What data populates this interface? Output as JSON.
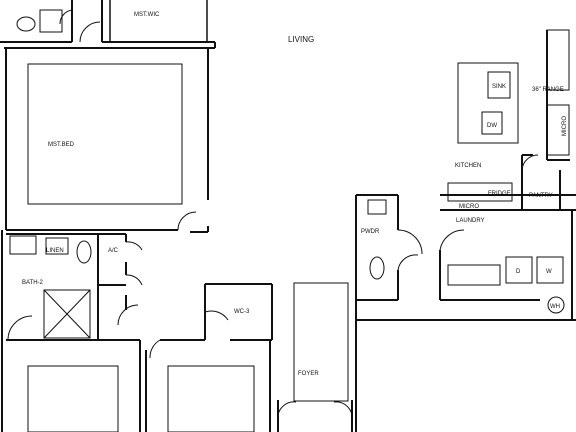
{
  "rooms": {
    "living": "LIVING",
    "mst_wic": "MST.WIC",
    "mst_bed": "MST.BED",
    "linen": "LINEN",
    "ac": "A/C",
    "bath2": "BATH-2",
    "wc3": "WC-3",
    "foyer": "FOYER",
    "pwdr": "PWDR",
    "laundry": "LAUNDRY",
    "kitchen": "KITCHEN",
    "fridge": "FRIDGE",
    "micro": "MICRO",
    "pantry": "PANTRY",
    "sink": "SINK",
    "dw": "DW",
    "range": "36\" RANGE",
    "micro2": "MICRO",
    "dryer": "D",
    "washer": "W",
    "water_heater": "WH"
  }
}
